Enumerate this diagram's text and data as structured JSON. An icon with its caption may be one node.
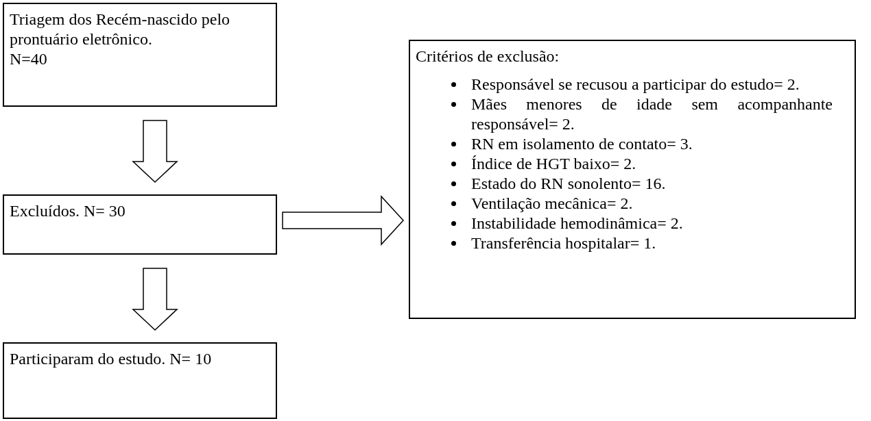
{
  "diagram": {
    "nodes": [
      {
        "text": [
          "Triagem dos Recém-nascido pelo prontuário eletrônico.",
          "N=40"
        ]
      },
      {
        "text": [
          "Excluídos. N= 30"
        ]
      },
      {
        "text": [
          "Participaram do estudo. N= 10"
        ]
      },
      {
        "text": [
          "Critérios de exclusão:",
          "Responsável se recusou a participar do estudo= 2.",
          "Mães menores de idade sem acompanhante responsável= 2.",
          "RN em isolamento de contato= 3.",
          "Índice de HGT baixo= 2.",
          "Estado do RN sonolento= 16.",
          "Ventilação mecânica= 2.",
          "Instabilidade hemodinâmica= 2.",
          "Transferência hospitalar= 1."
        ]
      }
    ],
    "edges": [
      {
        "from": 0,
        "to": 1,
        "arrow": "to"
      },
      {
        "from": 1,
        "to": 2,
        "arrow": "to"
      },
      {
        "from": 1,
        "to": 3,
        "arrow": "to"
      }
    ]
  }
}
